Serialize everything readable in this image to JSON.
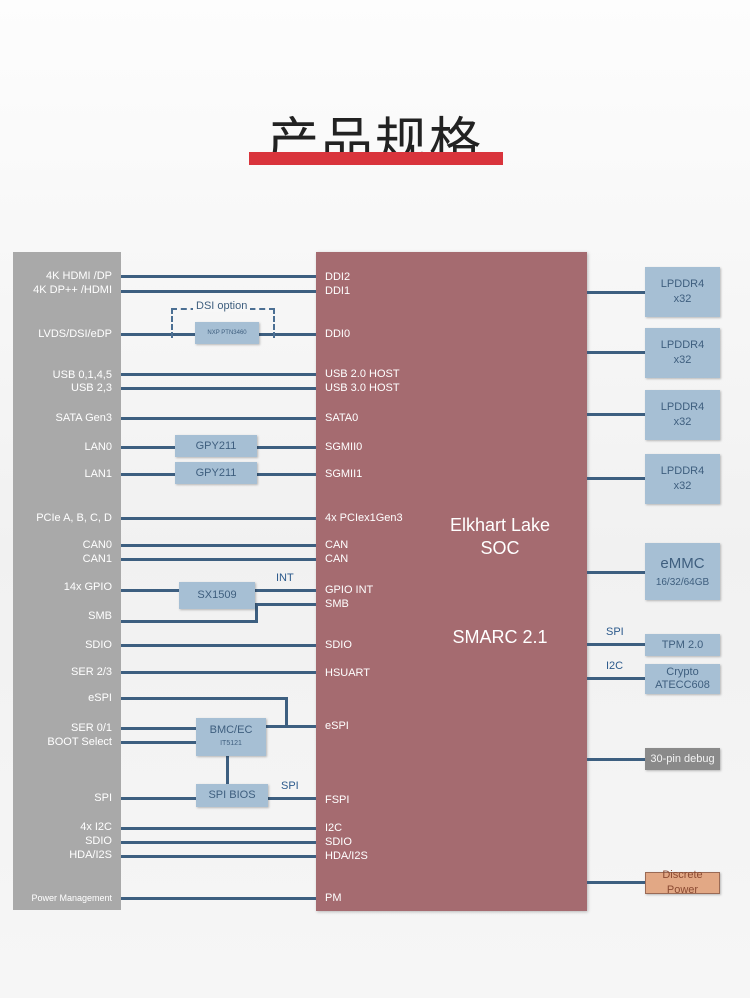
{
  "title": "产品规格",
  "left_signals": [
    [
      "4K HDMI /DP",
      "4K DP++ /HDMI"
    ],
    [
      "LVDS/DSI/eDP"
    ],
    [
      "USB 0,1,4,5",
      "USB 2,3"
    ],
    [
      "SATA Gen3"
    ],
    [
      "LAN0"
    ],
    [
      "LAN1"
    ],
    [
      "PCIe A, B, C, D"
    ],
    [
      "CAN0",
      "CAN1"
    ],
    [
      "14x GPIO"
    ],
    [
      "SMB"
    ],
    [
      "SDIO"
    ],
    [
      "SER 2/3"
    ],
    [
      "eSPI"
    ],
    [
      "SER 0/1",
      "BOOT Select"
    ],
    [
      "SPI"
    ],
    [
      "4x I2C",
      "SDIO",
      "HDA/I2S"
    ],
    [
      "Power Management"
    ]
  ],
  "soc_signals": [
    [
      "DDI2",
      "DDI1"
    ],
    [
      "DDI0"
    ],
    [
      "USB 2.0 HOST",
      "USB 3.0 HOST"
    ],
    [
      "SATA0"
    ],
    [
      "SGMII0"
    ],
    [
      "SGMII1"
    ],
    [
      "4x PCIex1Gen3"
    ],
    [
      "CAN",
      "CAN"
    ],
    [
      "GPIO INT",
      "SMB"
    ],
    [
      "SDIO"
    ],
    [
      "HSUART"
    ],
    [
      "eSPI"
    ],
    [
      "FSPI"
    ],
    [
      "I2C",
      "SDIO",
      "HDA/I2S"
    ],
    [
      "PM"
    ]
  ],
  "soc": {
    "name_line1": "Elkhart Lake",
    "name_line2": "SOC",
    "standard": "SMARC 2.1"
  },
  "mid_blocks": {
    "dsi_option": "DSI option",
    "nxp": "NXP PTN3460",
    "gpy_lan0": "GPY211",
    "gpy_lan1": "GPY211",
    "sx1509": "SX1509",
    "int_label": "INT",
    "bmc_line1": "BMC/EC",
    "bmc_line2": "IT5121",
    "spi_bios": "SPI BIOS",
    "spi_label": "SPI"
  },
  "right_blocks": {
    "lpddr4": [
      "LPDDR4",
      "x32"
    ],
    "emmc_title": "eMMC",
    "emmc_size": "16/32/64GB",
    "spi_label": "SPI",
    "tpm": "TPM 2.0",
    "i2c_label": "I2C",
    "crypto_line1": "Crypto",
    "crypto_line2": "ATECC608",
    "debug": "30-pin debug",
    "discrete_power": "Discrete Power"
  },
  "colors": {
    "accent_red": "#d9343c",
    "soc_fill": "#a56b70",
    "left_panel": "#a9a9a9",
    "wire": "#3d5f80",
    "block_fill": "#a6bfd4",
    "debug_fill": "#8a8a8a",
    "discrete_power_fill": "#e2a885",
    "discrete_power_text": "#8b4a32"
  }
}
